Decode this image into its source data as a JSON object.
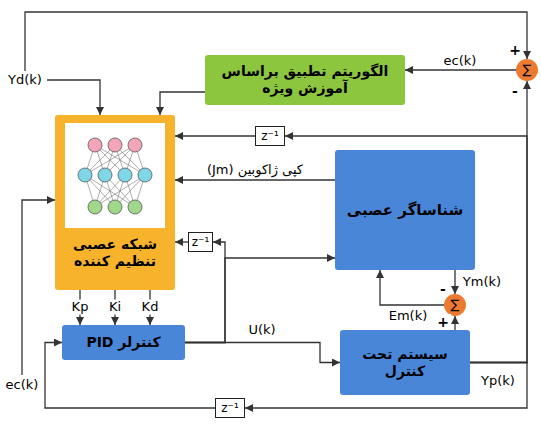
{
  "diagram": {
    "nodes": [
      {
        "text": [
          "الگوریتم تطبیق براساس آموزش ویژه"
        ]
      },
      {
        "text": [
          "شبکه عصبی تنظیم کننده"
        ]
      },
      {
        "text": [
          "شناساگر عصبی"
        ]
      },
      {
        "text": [
          "کنترلر PID"
        ]
      },
      {
        "text": [
          "سیستم تحت کنترل"
        ]
      },
      {
        "text": [
          "∑"
        ]
      },
      {
        "text": [
          "∑"
        ]
      },
      {
        "text": [
          "z⁻¹"
        ]
      },
      {
        "text": [
          "z⁻¹"
        ]
      },
      {
        "text": [
          "z⁻¹"
        ]
      }
    ],
    "edges": [
      {
        "from": 5,
        "to": 0,
        "arrow": "to",
        "label": "ec(k)"
      },
      {
        "from": 0,
        "to": 1,
        "arrow": "to"
      },
      {
        "from": 4,
        "to": 5,
        "arrow": "to"
      },
      {
        "from": 4,
        "to": 7,
        "arrow": "to"
      },
      {
        "from": 7,
        "to": 1,
        "arrow": "to"
      },
      {
        "from": 2,
        "to": 1,
        "arrow": "to",
        "label": "کپی ژاکوبین (Jm)"
      },
      {
        "from": 2,
        "to": 6,
        "arrow": "to",
        "label": "Ym(k)"
      },
      {
        "from": 6,
        "to": 2,
        "arrow": "to",
        "label": "Em(k)"
      },
      {
        "from": 4,
        "to": 6,
        "arrow": "to"
      },
      {
        "from": 1,
        "to": 3,
        "arrow": "to",
        "label": "Kp"
      },
      {
        "from": 1,
        "to": 3,
        "arrow": "to",
        "label": "Ki"
      },
      {
        "from": 1,
        "to": 3,
        "arrow": "to",
        "label": "Kd"
      },
      {
        "from": 3,
        "to": 4,
        "arrow": "to",
        "label": "U(k)"
      },
      {
        "from": 3,
        "to": 8,
        "arrow": "to"
      },
      {
        "from": 8,
        "to": 1,
        "arrow": "to"
      },
      {
        "from": 3,
        "to": 2,
        "arrow": "to"
      },
      {
        "from": 4,
        "to": 9,
        "arrow": "to"
      },
      {
        "from": 9,
        "to": 3,
        "arrow": "to"
      }
    ],
    "labels": [
      "Yd(k)",
      "+",
      "-",
      "-",
      "+",
      "ec(k)",
      "Yp(k)"
    ]
  }
}
